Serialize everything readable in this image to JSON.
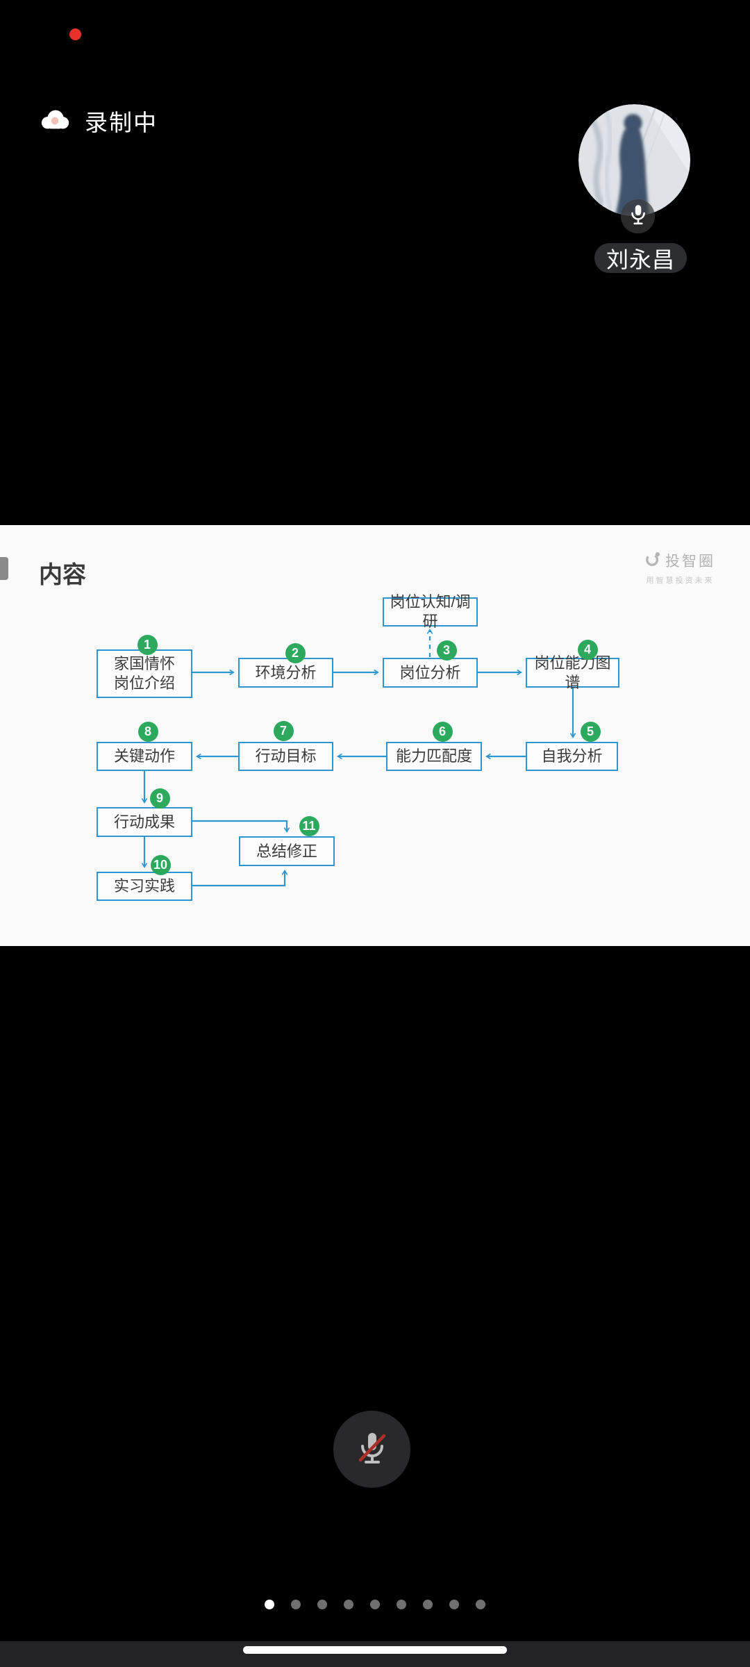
{
  "colors": {
    "accent_blue": "#2e96cf",
    "step_green": "#2ca95c",
    "record_red": "#e8312a",
    "slide_bg": "#fbfafa"
  },
  "status_bar": {
    "recording_dot": "on"
  },
  "recording_indicator": {
    "label": "录制中"
  },
  "participant": {
    "name": "刘永昌",
    "mic_state": "on"
  },
  "slide": {
    "title": "内容",
    "brand": {
      "name": "投智圈",
      "tagline": "用智慧投资未来"
    },
    "flowchart": {
      "nodes": [
        {
          "id": "research",
          "num": "",
          "label": "岗位认知/调研"
        },
        {
          "id": "n1",
          "num": "1",
          "label": "家国情怀\n岗位介绍"
        },
        {
          "id": "n2",
          "num": "2",
          "label": "环境分析"
        },
        {
          "id": "n3",
          "num": "3",
          "label": "岗位分析"
        },
        {
          "id": "n4",
          "num": "4",
          "label": "岗位能力图谱"
        },
        {
          "id": "n5",
          "num": "5",
          "label": "自我分析"
        },
        {
          "id": "n6",
          "num": "6",
          "label": "能力匹配度"
        },
        {
          "id": "n7",
          "num": "7",
          "label": "行动目标"
        },
        {
          "id": "n8",
          "num": "8",
          "label": "关键动作"
        },
        {
          "id": "n9",
          "num": "9",
          "label": "行动成果"
        },
        {
          "id": "n10",
          "num": "10",
          "label": "实习实践"
        },
        {
          "id": "n11",
          "num": "11",
          "label": "总结修正"
        }
      ]
    }
  },
  "mic_button": {
    "state": "muted"
  },
  "pager": {
    "total": 9,
    "active_index": 0
  }
}
